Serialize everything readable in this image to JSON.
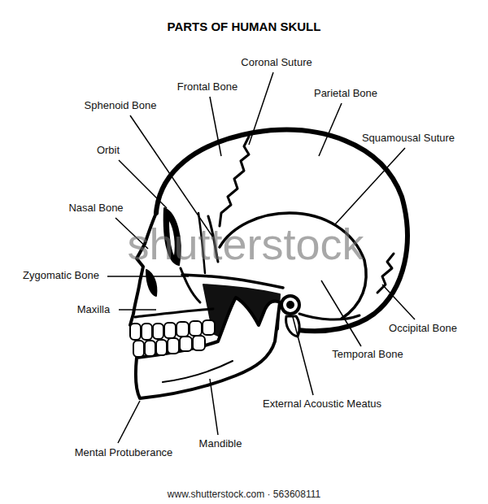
{
  "diagram": {
    "title": "PARTS OF HUMAN SKULL",
    "labels": [
      "Coronal Suture",
      "Frontal Bone",
      "Parietal Bone",
      "Sphenoid Bone",
      "Squamousal Suture",
      "Orbit",
      "Nasal Bone",
      "shutterstock",
      "Zygomatic Bone",
      "Maxilla",
      "Occipital Bone",
      "Temporal Bone",
      "External Acoustic Meatus",
      "Mandible",
      "Mental Protuberance",
      "www.shutterstock.com · 563608111"
    ]
  }
}
